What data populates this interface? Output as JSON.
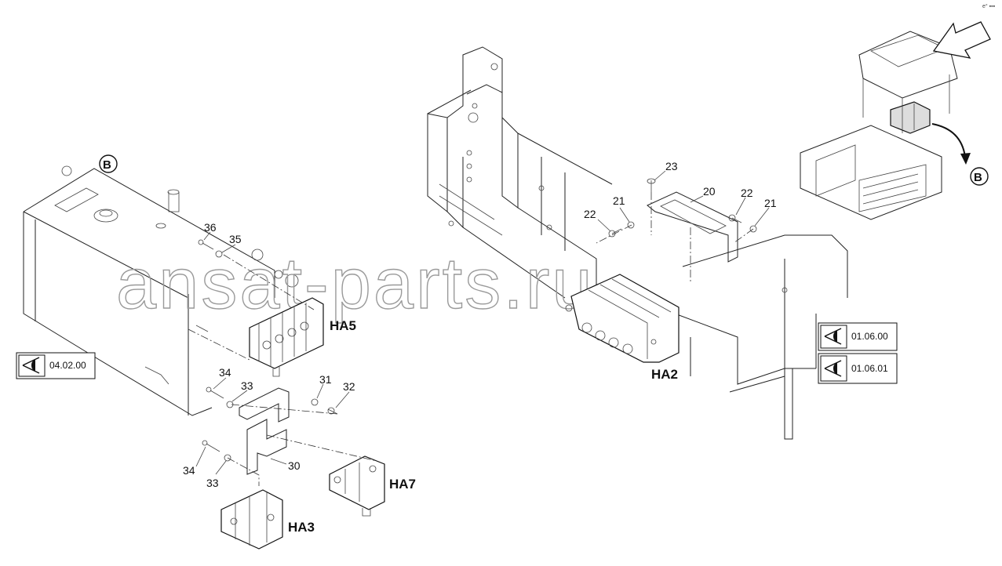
{
  "corner_mark": "e° ▪▪▪",
  "watermark": "ansat-parts.ru",
  "circle_refs": {
    "left": "B",
    "right": "B"
  },
  "view_refs": [
    {
      "code": "04.02.00"
    },
    {
      "code": "01.06.00"
    },
    {
      "code": "01.06.01"
    }
  ],
  "assemblies": {
    "ha5": "HA5",
    "ha2": "HA2",
    "ha7": "HA7",
    "ha3": "HA3"
  },
  "callouts": {
    "c36": "36",
    "c35": "35",
    "c34a": "34",
    "c33a": "33",
    "c31": "31",
    "c32": "32",
    "c34b": "34",
    "c33b": "33",
    "c30": "30",
    "c23": "23",
    "c20": "20",
    "c22a": "22",
    "c21a": "21",
    "c22b": "22",
    "c21b": "21"
  },
  "icons": {
    "view_ref": "eye-view-icon",
    "arrow": "direction-arrow-icon"
  }
}
